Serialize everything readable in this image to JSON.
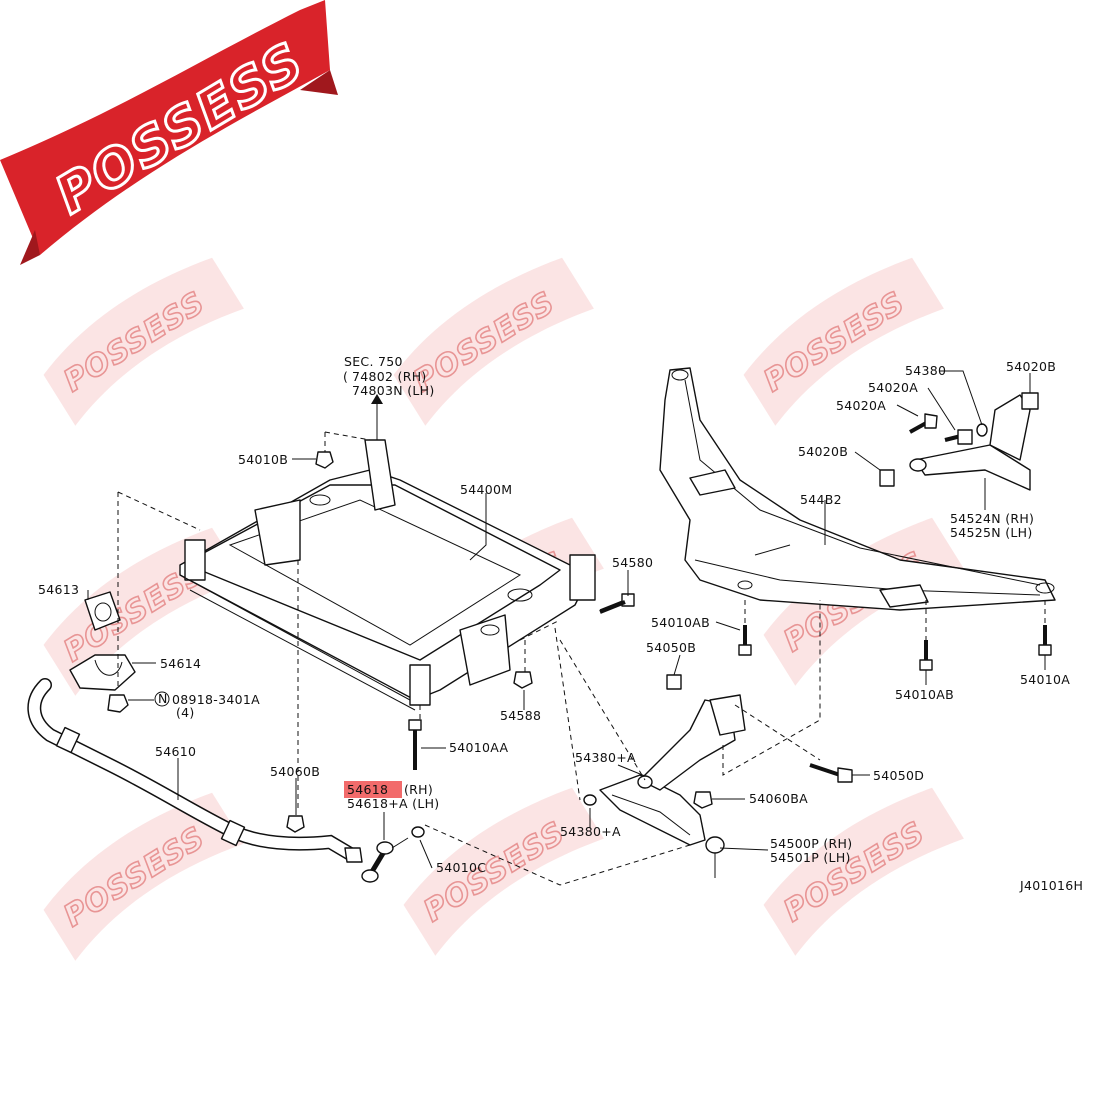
{
  "brand": {
    "name": "POSSESS",
    "banner_color": "#d9232a",
    "watermark_color": "#e68a8a"
  },
  "drawing_code": "J401016H",
  "highlight": {
    "part": "54618",
    "color": "#f26b6b"
  },
  "labels": {
    "sec750": "SEC. 750",
    "sec750_rh": "74802  (RH)",
    "sec750_lh": "74803N (LH)",
    "p54010B": "54010B",
    "p54400M": "54400M",
    "p54613": "54613",
    "p54614": "54614",
    "p08918": "08918-3401A",
    "p08918_qty": "(4)",
    "p08918_n": "N",
    "p54610": "54610",
    "p54580": "54580",
    "p54588": "54588",
    "p54010AA": "54010AA",
    "p54060B": "54060B",
    "p54618_suffix": "(RH)",
    "p54618A": "54618+A (LH)",
    "p54010C": "54010C",
    "p54380A_top": "54380+A",
    "p54380A_bot": "54380+A",
    "p54060BA": "54060BA",
    "p54500P": "54500P (RH)",
    "p54501P": "54501P (LH)",
    "p54050B": "54050B",
    "p54050D": "54050D",
    "p54010AB_top": "54010AB",
    "p54010AB_bot": "54010AB",
    "p54010A": "54010A",
    "p544B2": "544B2",
    "p54020B_left": "54020B",
    "p54020A_1": "54020A",
    "p54020A_2": "54020A",
    "p54380": "54380",
    "p54020B_right": "54020B",
    "p54524N": "54524N (RH)",
    "p54525N": "54525N (LH)"
  }
}
